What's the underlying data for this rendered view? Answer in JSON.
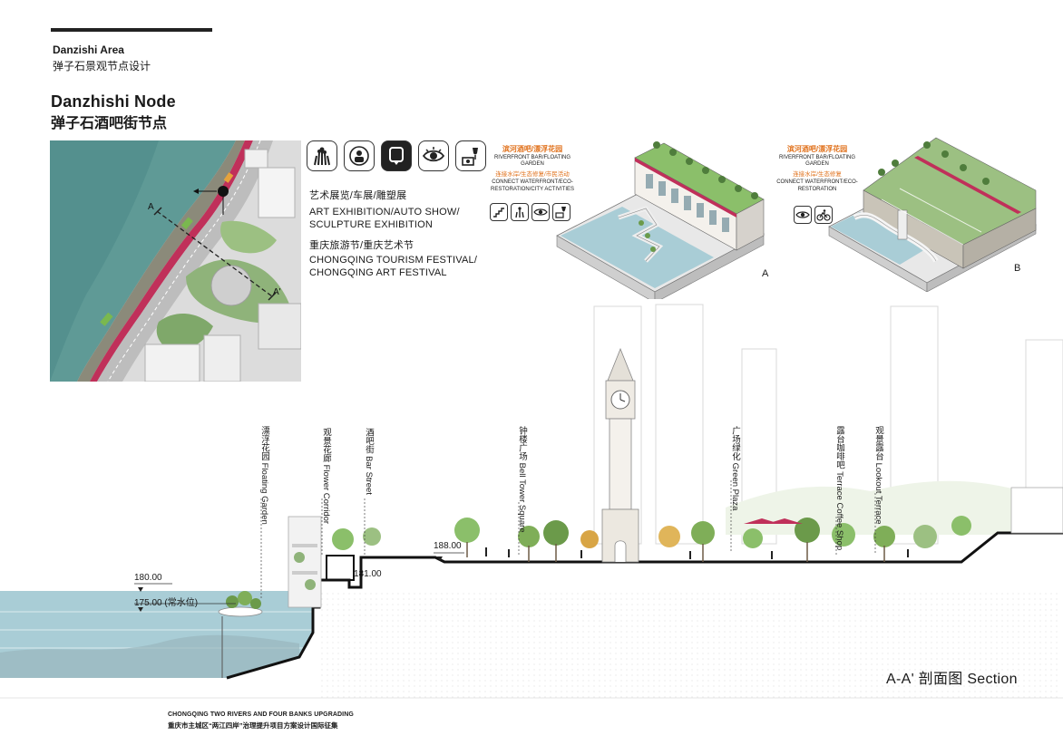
{
  "header": {
    "area_en": "Danzishi Area",
    "area_zh": "弹子石景观节点设计",
    "node_en": "Danzhishi Node",
    "node_zh": "弹子石酒吧街节点"
  },
  "map": {
    "marker_a": "A",
    "marker_a_prime": "A'"
  },
  "icons": [
    "flower-icon",
    "person-frame-icon",
    "location-pin-icon",
    "eye-icon",
    "wine-icon"
  ],
  "activities": {
    "line1_zh": "艺术展览/车展/雕塑展",
    "line1_en_1": "ART EXHIBITION/AUTO SHOW/",
    "line1_en_2": "SCULPTURE EXHIBITION",
    "line2_zh": "重庆旅游节/重庆艺术节",
    "line2_en_1": "CHONGQING TOURISM FESTIVAL/",
    "line2_en_2": "CHONGQING ART FESTIVAL"
  },
  "iso_a": {
    "title_zh": "滨河酒吧/漂浮花园",
    "title_en_1": "RIVERFRONT BAR/FLOATING",
    "title_en_2": "GARDEN",
    "sub_zh": "连接水岸/生态修复/市民活动",
    "sub_en_1": "CONNECT WATERFRONT/ECO-",
    "sub_en_2": "RESTORATION/CITY ACTIVITIES",
    "label": "A",
    "icons": [
      "stairs-icon",
      "flower-icon",
      "eye-icon",
      "wine-icon"
    ]
  },
  "iso_b": {
    "title_zh": "滨河酒吧/漂浮花园",
    "title_en_1": "RIVERFRONT BAR/FLOATING",
    "title_en_2": "GARDEN",
    "sub_zh": "连接水岸/生态修复",
    "sub_en_1": "CONNECT WATERFRONT/ECO-",
    "sub_en_2": "RESTORATION",
    "label": "B",
    "icons": [
      "eye-icon",
      "bicycle-icon"
    ]
  },
  "section": {
    "labels": [
      {
        "zh": "漂浮花园",
        "en": "Floating Garden"
      },
      {
        "zh": "观景花廊",
        "en": "Flower Corridor"
      },
      {
        "zh": "酒吧街",
        "en": "Bar Street"
      },
      {
        "zh": "钟楼广场",
        "en": "Bell Tower Square"
      },
      {
        "zh": "广场绿化",
        "en": "Green Plaza"
      },
      {
        "zh": "露台咖啡吧",
        "en": "Terrace Coffee Shop"
      },
      {
        "zh": "观景露台",
        "en": "Lookout Terrace"
      }
    ],
    "elev_180": "180.00",
    "elev_175": "175.00 (常水位)",
    "elev_188": "188.00",
    "elev_181": "181.00",
    "title": "A-A' 剖面图 Section"
  },
  "footer": {
    "en": "CHONGQING TWO RIVERS AND FOUR BANKS UPGRADING",
    "zh": "重庆市主城区“两江四岸”治理提升项目方案设计国际征集"
  },
  "colors": {
    "water": "#a9cdd6",
    "road_red": "#c0305a",
    "accent_orange": "#e0701a",
    "grass": "#8bbf6a"
  }
}
